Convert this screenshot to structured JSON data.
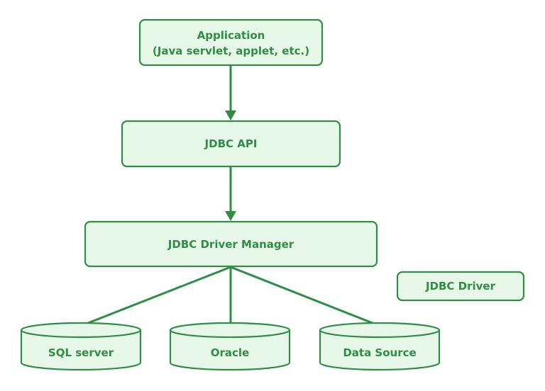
{
  "nodes": {
    "application": {
      "line1": "Application",
      "line2": "(Java servlet, applet, etc.)"
    },
    "jdbc_api": {
      "label": "JDBC API"
    },
    "driver_manager": {
      "label": "JDBC Driver Manager"
    },
    "jdbc_driver": {
      "label": "JDBC Driver"
    },
    "sql_server": {
      "label": "SQL server"
    },
    "oracle": {
      "label": "Oracle"
    },
    "data_source": {
      "label": "Data Source"
    }
  },
  "colors": {
    "stroke": "#2f8d46",
    "fill": "#e8f8e8",
    "background": "#ffffff"
  }
}
